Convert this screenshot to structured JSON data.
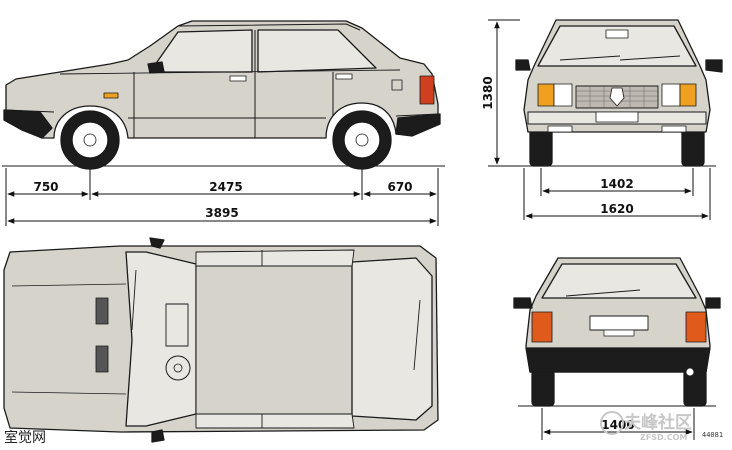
{
  "dimensions": {
    "front_overhang": "750",
    "wheelbase": "2475",
    "rear_overhang": "670",
    "overall_length": "3895",
    "height": "1380",
    "front_track": "1402",
    "overall_width": "1620",
    "rear_track": "1400"
  },
  "drawing_code": "44081",
  "watermarks": {
    "left": "室觉网",
    "right": "夫峰社区",
    "right_sub": "ZFSD.COM"
  },
  "colors": {
    "body": "#d6d3cb",
    "line": "#1a1a1a",
    "tyre": "#1c1c1c",
    "lamp": "#f0a020",
    "rear_lamp": "#e05a1c"
  }
}
